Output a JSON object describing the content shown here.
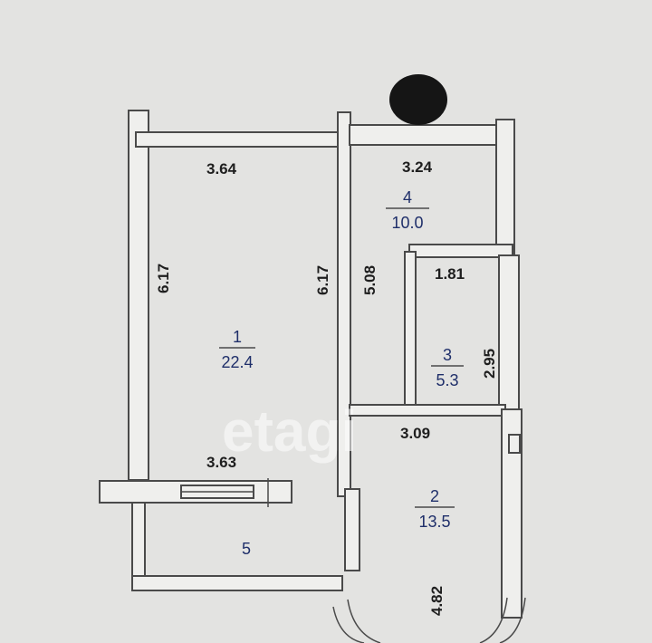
{
  "watermark": "etagi",
  "rooms": [
    {
      "number": "1",
      "area": "22.4"
    },
    {
      "number": "2",
      "area": "13.5"
    },
    {
      "number": "3",
      "area": "5.3"
    },
    {
      "number": "4",
      "area": "10.0"
    },
    {
      "number": "5",
      "area": ""
    }
  ],
  "dimensions": {
    "room1_top": "3.64",
    "room1_left": "6.17",
    "room1_right": "6.17",
    "room1_bottom": "3.63",
    "room4_top": "3.24",
    "room4_left": "5.08",
    "room3_top": "1.81",
    "room3_right": "2.95",
    "room2_top": "3.09",
    "room2_left": "4.82"
  }
}
